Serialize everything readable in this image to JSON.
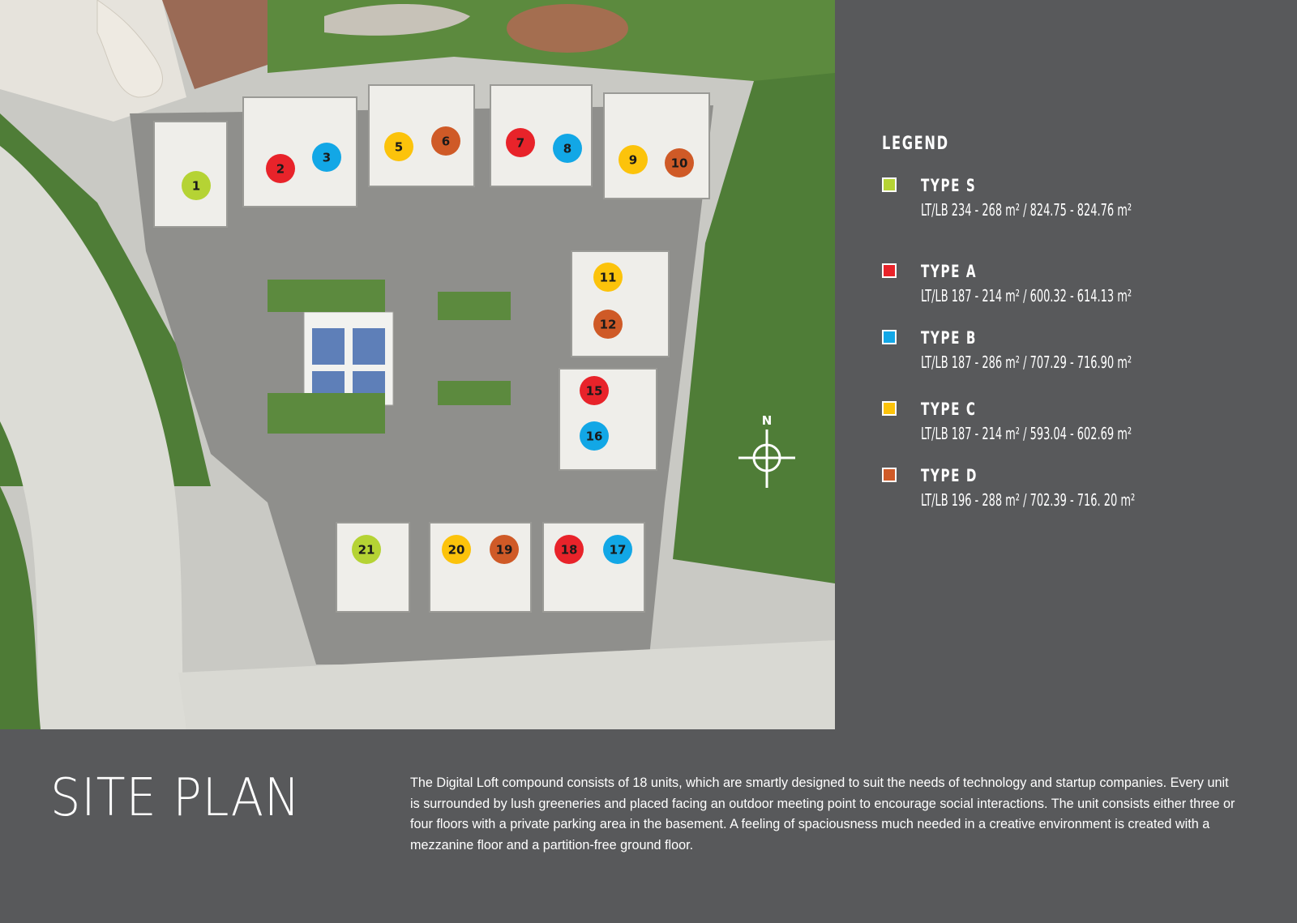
{
  "legend": {
    "title": "LEGEND",
    "types": [
      {
        "name": "TYPE S",
        "area": "LT/LB   234 - 268 m² /  824.75 - 824.76 m²",
        "color": "#b5d334"
      },
      {
        "name": "TYPE A",
        "area": "LT/LB   187 - 214 m² /  600.32 - 614.13 m²",
        "color": "#e8232a"
      },
      {
        "name": "TYPE B",
        "area": "LT/LB   187 - 286 m² /  707.29 - 716.90 m²",
        "color": "#12a7e6"
      },
      {
        "name": "TYPE C",
        "area": "LT/LB   187 - 214 m² /  593.04 - 602.69 m²",
        "color": "#fcc30b"
      },
      {
        "name": "TYPE D",
        "area": "LT/LB   196 - 288 m² /  702.39 - 716. 20 m²",
        "color": "#cf5a27"
      }
    ]
  },
  "compass": {
    "label": "N"
  },
  "page": {
    "title": "SITE PLAN",
    "description": "The Digital Loft compound consists of 18 units, which are smartly designed to suit the needs of technology and startup companies. Every unit is surrounded by lush greeneries and placed facing an outdoor meeting point to encourage social interactions. The unit consists either three or four floors with a private parking area in the basement. A feeling of spaciousness much needed in a creative environment is created with a mezzanine floor and a partition-free ground floor."
  },
  "units": [
    {
      "number": "1",
      "type": "S"
    },
    {
      "number": "2",
      "type": "A"
    },
    {
      "number": "3",
      "type": "B"
    },
    {
      "number": "5",
      "type": "C"
    },
    {
      "number": "6",
      "type": "D"
    },
    {
      "number": "7",
      "type": "A"
    },
    {
      "number": "8",
      "type": "B"
    },
    {
      "number": "9",
      "type": "C"
    },
    {
      "number": "10",
      "type": "D"
    },
    {
      "number": "11",
      "type": "C"
    },
    {
      "number": "12",
      "type": "D"
    },
    {
      "number": "15",
      "type": "A"
    },
    {
      "number": "16",
      "type": "B"
    },
    {
      "number": "21",
      "type": "S"
    },
    {
      "number": "20",
      "type": "C"
    },
    {
      "number": "19",
      "type": "D"
    },
    {
      "number": "18",
      "type": "A"
    },
    {
      "number": "17",
      "type": "B"
    }
  ]
}
